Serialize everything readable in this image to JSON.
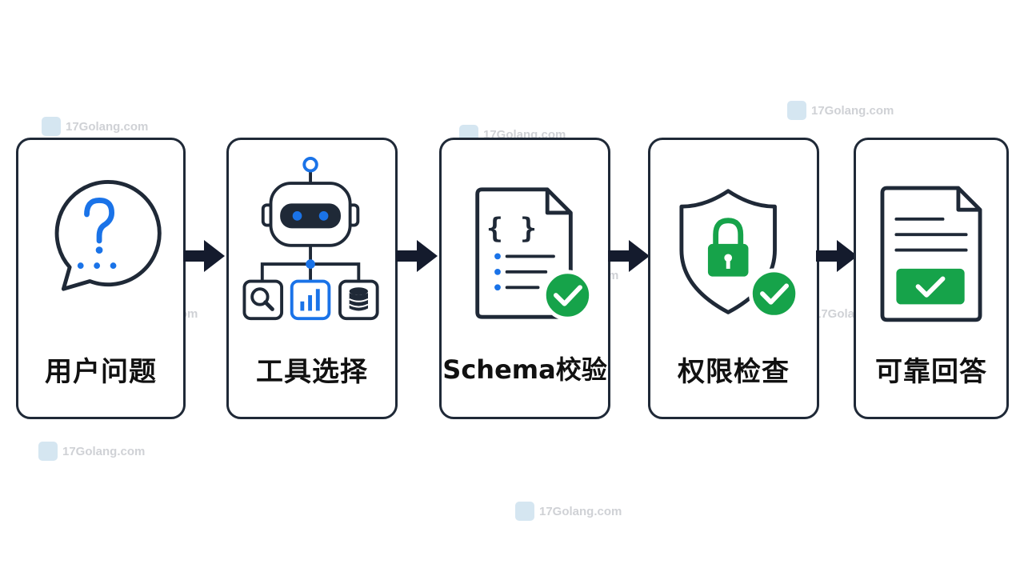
{
  "steps": [
    {
      "label": "用户问题",
      "icon": "question-bubble-icon"
    },
    {
      "label": "工具选择",
      "icon": "robot-tools-icon"
    },
    {
      "label": "Schema校验",
      "icon": "schema-document-check-icon"
    },
    {
      "label": "权限检查",
      "icon": "shield-lock-check-icon"
    },
    {
      "label": "可靠回答",
      "icon": "document-check-icon"
    }
  ],
  "watermark": {
    "text": "17Golang.com"
  },
  "colors": {
    "outline": "#1f2937",
    "blue_accent": "#1a73e8",
    "green_check": "#16a34a",
    "arrow": "#141b2d"
  }
}
